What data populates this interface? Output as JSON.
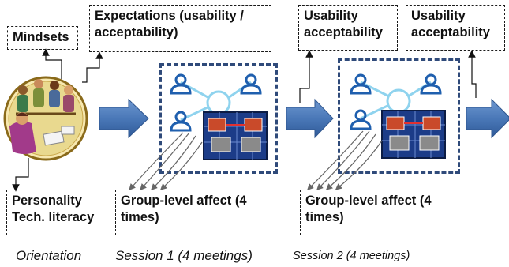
{
  "boxes": {
    "mindsets": "Mindsets",
    "expectations": {
      "line1": "Expectations (usability /",
      "line2": "acceptability)"
    },
    "usability1": {
      "line1": "Usability",
      "line2": "acceptability"
    },
    "usability2": {
      "line1": "Usability",
      "line2": "acceptability"
    },
    "personality": {
      "line1": "Personality",
      "line2": "Tech. literacy"
    },
    "group_affect1": {
      "line1": "Group-level affect (4",
      "line2": "times)"
    },
    "group_affect2": {
      "line1": "Group-level affect (4",
      "line2": "times)"
    }
  },
  "captions": {
    "orientation": "Orientation",
    "session1": "Session 1 (4 meetings)",
    "session2": "Session 2 (4 meetings)"
  },
  "colors": {
    "arrow_fill": "#4a78b8",
    "frame": "#2f4a7a",
    "person_icon": "#1f5fae",
    "magnifier": "#8fd3ee"
  }
}
